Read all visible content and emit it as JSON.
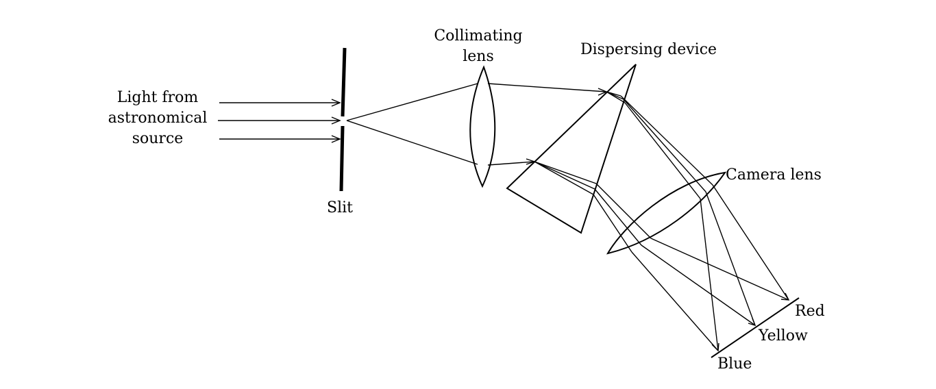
{
  "labels": {
    "source_line1": "Light from",
    "source_line2": "astronomical",
    "source_line3": "source",
    "slit": "Slit",
    "collimating_line1": "Collimating",
    "collimating_line2": "lens",
    "dispersing": "Dispersing device",
    "camera": "Camera lens",
    "red": "Red",
    "yellow": "Yellow",
    "blue": "Blue"
  }
}
